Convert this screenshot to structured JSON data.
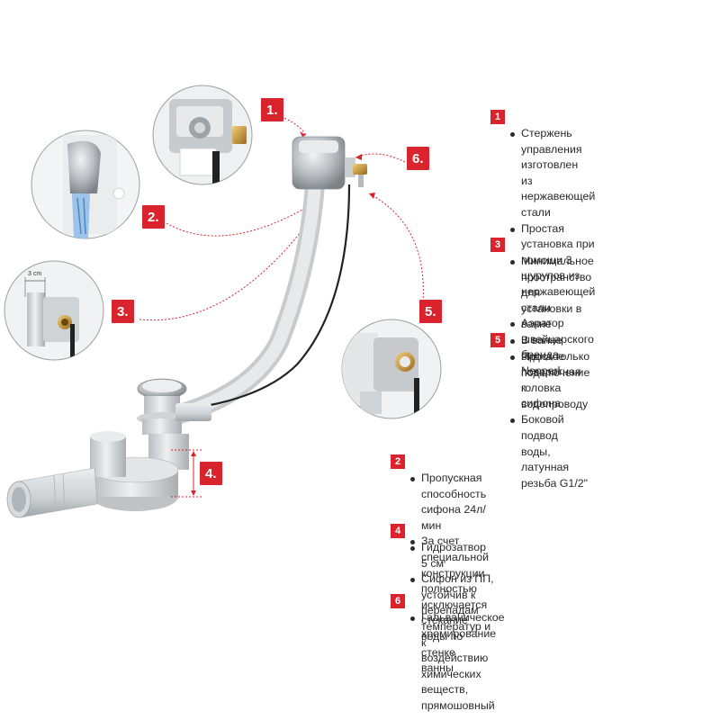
{
  "colors": {
    "accent": "#d9232d",
    "pipe": "#d3d7da",
    "chrome": "#b8bcc0"
  },
  "callouts": [
    {
      "id": "c1",
      "label": "1."
    },
    {
      "id": "c2",
      "label": "2."
    },
    {
      "id": "c3",
      "label": "3."
    },
    {
      "id": "c4",
      "label": "4."
    },
    {
      "id": "c5",
      "label": "5."
    },
    {
      "id": "c6",
      "label": "6."
    }
  ],
  "annotations": {
    "measure": "3 cm"
  },
  "sections": [
    {
      "number": "1",
      "bullets": [
        {
          "lines": [
            "Стержень управления изготовлен",
            "из нержавеющей стали"
          ]
        },
        {
          "lines": [
            "Простая установка при помощи 3",
            "шурупов из нержавеющей стали"
          ]
        },
        {
          "lines": [
            "Аэратор швейцарского бренда",
            "Neoperl"
          ]
        }
      ]
    },
    {
      "number": "3",
      "bullets": [
        {
          "lines": [
            "Минимальное пространство для",
            "установки в ванне"
          ]
        },
        {
          "lines": [
            "В ванне видна только поворотная",
            "головка сифона"
          ]
        }
      ]
    },
    {
      "number": "5",
      "bullets": [
        {
          "lines": [
            "Простое подключение к",
            "водопроводу"
          ]
        },
        {
          "lines": [
            "Боковой подвод воды, латунная",
            "резьба G1/2\""
          ]
        }
      ]
    },
    {
      "number": "2",
      "bullets": [
        {
          "lines": [
            "Пропускная способность сифона 24л/мин"
          ]
        },
        {
          "lines": [
            "За счет специальной конструкции полностью",
            "исключается стекание воды по стенке ванны"
          ]
        }
      ]
    },
    {
      "number": "4",
      "bullets": [
        {
          "lines": [
            "Гидрозатвор 5 см"
          ]
        },
        {
          "lines": [
            "Сифон из ПП, устойчив к перепадам температур и",
            "к воздействию химических веществ, прямошовный"
          ]
        }
      ]
    },
    {
      "number": "6",
      "bullets": [
        {
          "lines": [
            "Гальваническое хромирование"
          ]
        }
      ]
    }
  ]
}
